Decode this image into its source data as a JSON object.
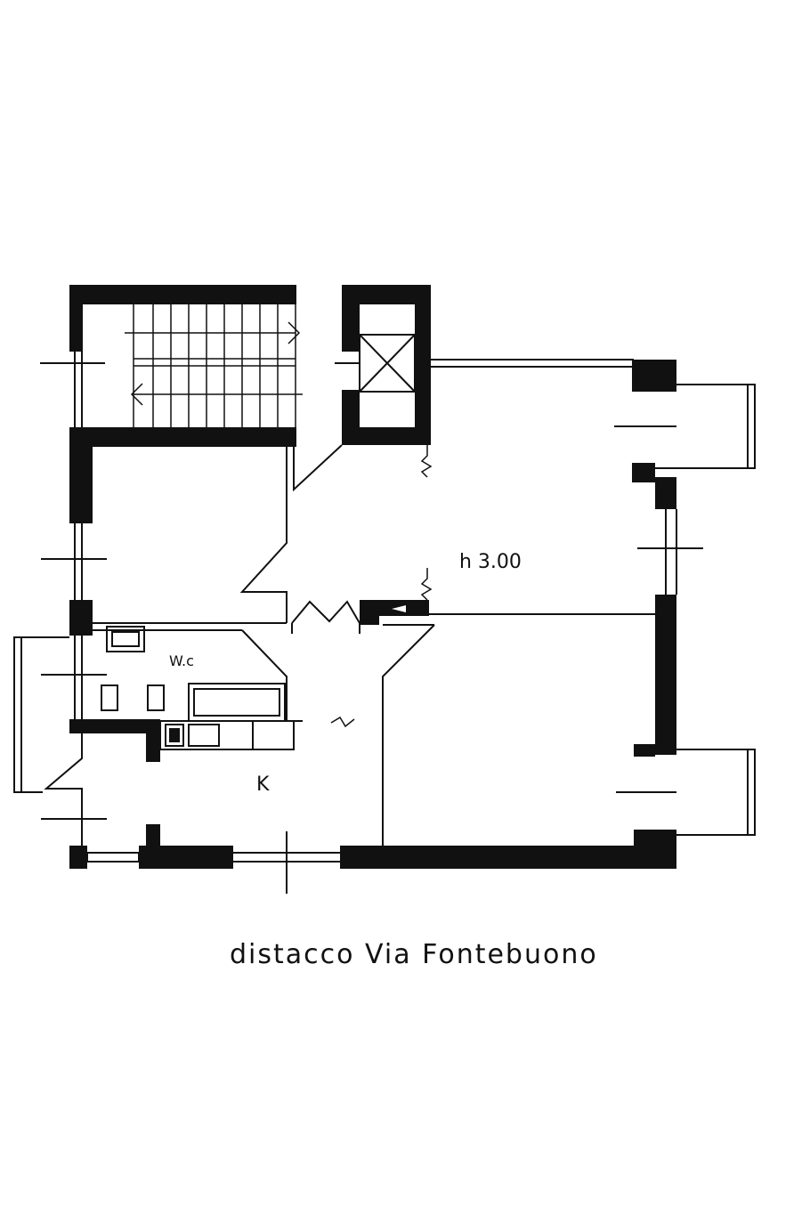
{
  "plan": {
    "labels": {
      "height": "h 3.00",
      "wc": "W.c",
      "kitchen": "K"
    },
    "caption": "distacco Via Fontebuono",
    "colors": {
      "ink": "#111111",
      "paper": "#ffffff"
    }
  }
}
